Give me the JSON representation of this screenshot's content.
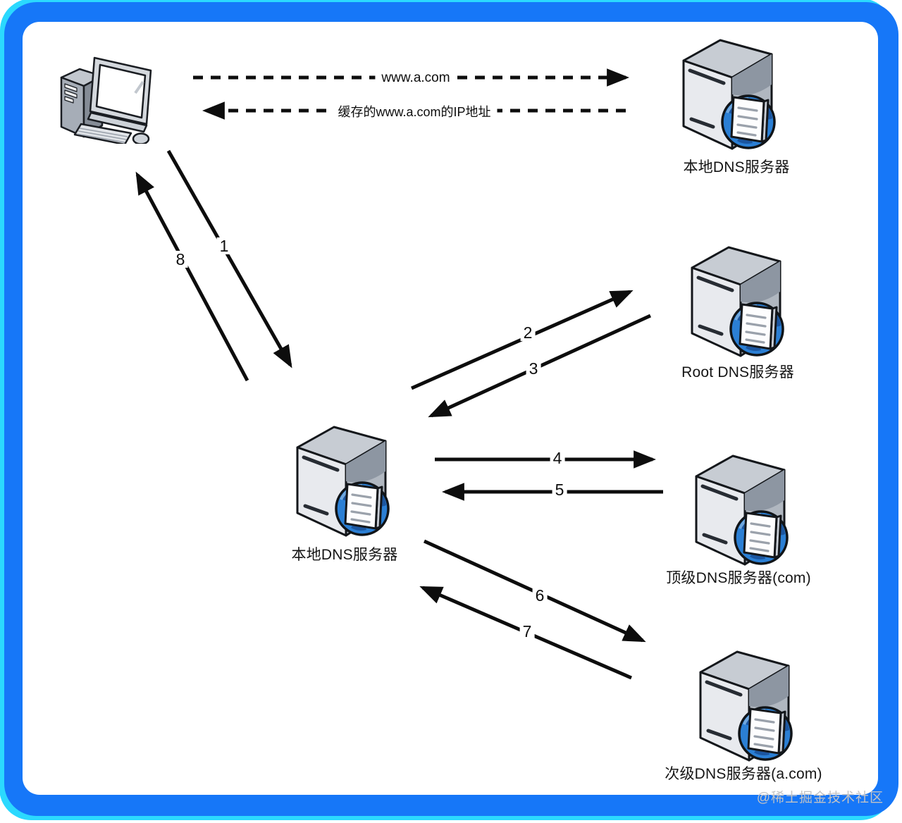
{
  "messages": {
    "query_label": "www.a.com",
    "response_label": "缓存的www.a.com的IP地址"
  },
  "nodes": {
    "local_dns_cache": {
      "label": "本地DNS服务器"
    },
    "root_dns": {
      "label": "Root DNS服务器"
    },
    "local_dns": {
      "label": "本地DNS服务器"
    },
    "tld_dns": {
      "label": "顶级DNS服务器(com)"
    },
    "secondary_dns": {
      "label": "次级DNS服务器(a.com)"
    }
  },
  "steps": {
    "step1": "1",
    "step2": "2",
    "step3": "3",
    "step4": "4",
    "step5": "5",
    "step6": "6",
    "step7": "7",
    "step8": "8"
  },
  "watermark": "@稀土掘金技术社区",
  "colors": {
    "frame_blue": "#1677f8",
    "frame_cyan": "#2bd9fe",
    "arrow_black": "#0d0d0d",
    "globe_blue": "#2b7fd4"
  }
}
